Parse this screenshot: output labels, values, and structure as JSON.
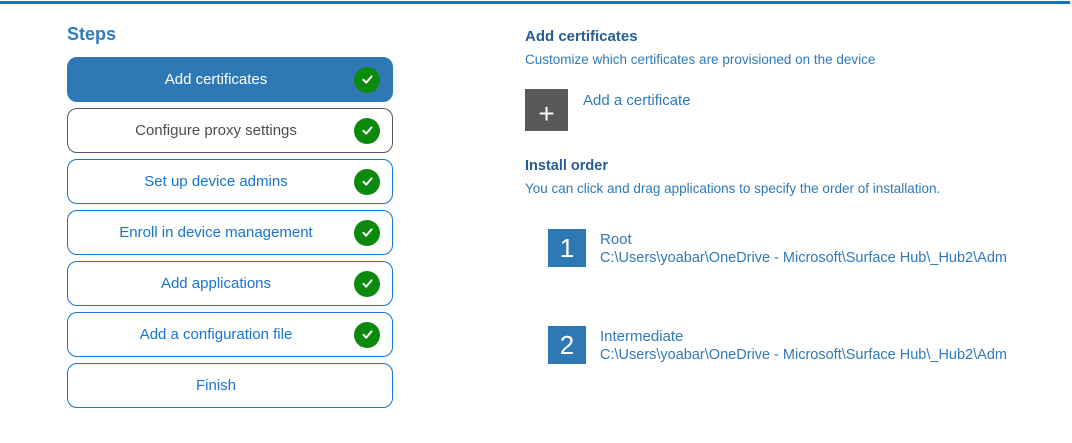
{
  "colors": {
    "accent": "#0078d4",
    "steps_title_blue": "#2e7cbe",
    "step_active_bg": "#2e79b5",
    "step_border_blue": "#1774d4",
    "step_border_gray": "#595959",
    "step_text_gray": "#4d4d4d",
    "check_green": "#0d8a0d",
    "heading_blue": "#265e93",
    "body_blue": "#2f7ab8",
    "item_blue": "#3079bb",
    "tile_gray": "#595959"
  },
  "steps_panel": {
    "title": "Steps",
    "items": [
      {
        "label": "Add certificates",
        "state": "active",
        "checked": true
      },
      {
        "label": "Configure proxy settings",
        "state": "neutral",
        "checked": true
      },
      {
        "label": "Set up device admins",
        "state": "default",
        "checked": true
      },
      {
        "label": "Enroll in device management",
        "state": "default",
        "checked": true
      },
      {
        "label": "Add applications",
        "state": "default",
        "checked": true
      },
      {
        "label": "Add a configuration file",
        "state": "default",
        "checked": true
      },
      {
        "label": "Finish",
        "state": "default",
        "checked": false
      }
    ]
  },
  "content": {
    "heading": "Add certificates",
    "subheading": "Customize which certificates are provisioned on the device",
    "add_button": {
      "icon": "plus-icon",
      "glyph": "+",
      "label": "Add a certificate"
    },
    "install_order": {
      "heading": "Install order",
      "description": "You can click and drag applications to specify the order of installation.",
      "items": [
        {
          "number": "1",
          "name": "Root",
          "path": "C:\\Users\\yoabar\\OneDrive - Microsoft\\Surface Hub\\_Hub2\\Adm"
        },
        {
          "number": "2",
          "name": "Intermediate",
          "path": "C:\\Users\\yoabar\\OneDrive - Microsoft\\Surface Hub\\_Hub2\\Adm"
        }
      ]
    }
  }
}
